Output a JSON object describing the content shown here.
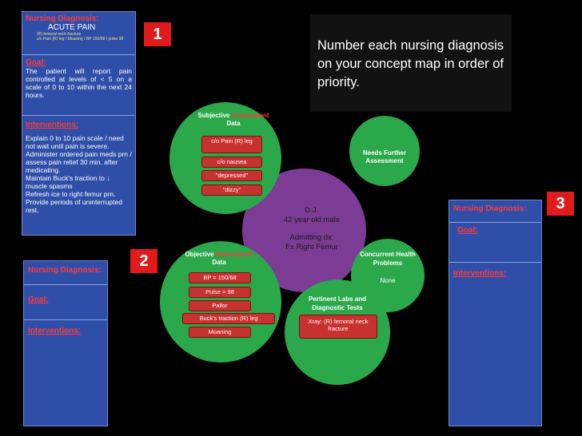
{
  "panel1": {
    "title": "Nursing Diagnosis:",
    "subtitle": "ACUTE PAIN",
    "rt_line": "(R) femoral neck fracture",
    "aeb_line": "c/o Pain (R) leg / Moaning / BP 150/68 / pulse 98",
    "goal_label": "Goal:",
    "goal_text": "The patient will report pain controlled at levels of < 5 on a scale of 0 to 10 within the next 24 hours.",
    "interventions_label": "Interventions:",
    "interventions": [
      "Explain 0 to 10 pain scale / need not wait until pain is severe.",
      "Administer ordered pain meds prn / assess pain relief 30 min. after medicating.",
      "Maintain Buck's traction to ↓ muscle spasms",
      "Refresh ice to right femur prn.",
      "Provide periods of uninterrupted rest."
    ]
  },
  "badges": {
    "one": "1",
    "two": "2",
    "three": "3"
  },
  "panel2": {
    "title": "Nursing Diagnosis:",
    "goal_label": "Goal:",
    "interventions_label": "Interventions:"
  },
  "panel3": {
    "title": "Nursing Diagnosis:",
    "goal_label": "Goal:",
    "interventions_label": "Interventions:"
  },
  "instruction": "Number each nursing diagnosis on your concept map in order of priority.",
  "center": {
    "name": "D.J.",
    "age": "42 year old male",
    "admit_label": "Admitting dx:",
    "admit_dx": "Fx Right Femur"
  },
  "subjective": {
    "title_a": "Subjective",
    "title_b": "Assessment",
    "title_c": "Data",
    "items": [
      "c/o Pain (R) leg",
      "c/o nausea",
      "\"depressed\"",
      "\"dizzy\""
    ]
  },
  "objective": {
    "title_a": "Objective",
    "title_b": "Assessment",
    "title_c": "Data",
    "items": [
      "BP = 150/68",
      "Pulse = 98",
      "Pallor",
      "Buck's traction (R) leg",
      "Moaning"
    ]
  },
  "further": {
    "title": "Needs Further Assessment"
  },
  "concurrent": {
    "title": "Concurrent Health Problems",
    "value": "None"
  },
  "labs": {
    "title": "Pertinent Labs and Diagnostic Tests",
    "item": "Xray: (R) femoral neck fracture"
  },
  "colors": {
    "panel": "#2f4ea8",
    "circle_green": "#2aa84a",
    "circle_purple": "#7c3b95",
    "accent_red": "#ff3b3b"
  }
}
